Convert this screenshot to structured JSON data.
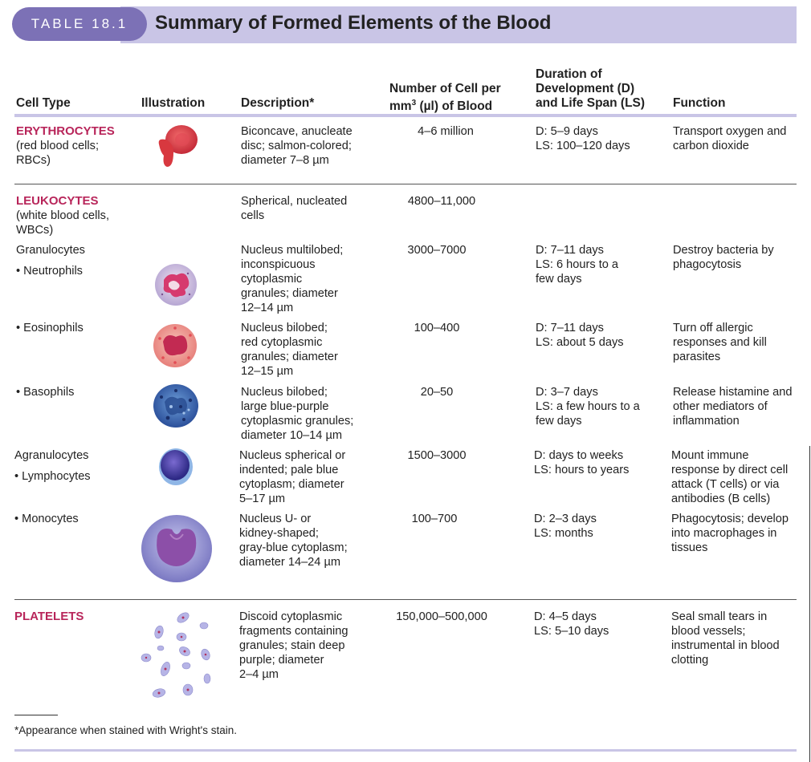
{
  "header": {
    "badge": "TABLE 18.1",
    "title": "Summary of Formed Elements of the Blood"
  },
  "columns": {
    "cell_type": "Cell Type",
    "illustration": "Illustration",
    "description": "Description*",
    "number_line1": "Number of Cell per",
    "number_line2_prefix": "mm",
    "number_line2_sup": "3",
    "number_line2_suffix": " (µl) of Blood",
    "duration_line1": "Duration of",
    "duration_line2": "Development (D)",
    "duration_line3": "and Life Span (LS)",
    "function": "Function"
  },
  "rows": {
    "erythrocytes": {
      "name": "ERYTHROCYTES",
      "sub": [
        "(red blood cells;",
        "RBCs)"
      ],
      "description": [
        "Biconcave, anucleate",
        "disc; salmon-colored;",
        "diameter 7–8 µm"
      ],
      "number": "4–6 million",
      "duration": [
        "D: 5–9 days",
        "LS: 100–120 days"
      ],
      "function": [
        "Transport oxygen and",
        "carbon dioxide"
      ]
    },
    "leukocytes": {
      "name": "LEUKOCYTES",
      "sub": [
        "(white blood cells,",
        "WBCs)"
      ],
      "description": [
        "Spherical, nucleated",
        "cells"
      ],
      "number": "4800–11,000"
    },
    "granulocytes": {
      "label": "Granulocytes"
    },
    "neutrophils": {
      "label": "•  Neutrophils",
      "description": [
        "Nucleus multilobed;",
        "inconspicuous",
        "cytoplasmic",
        "granules; diameter",
        "12–14 µm"
      ],
      "number": "3000–7000",
      "duration": [
        "D: 7–11 days",
        "LS: 6 hours to a",
        "few days"
      ],
      "function": [
        "Destroy bacteria by",
        "phagocytosis"
      ]
    },
    "eosinophils": {
      "label": "•  Eosinophils",
      "description": [
        "Nucleus bilobed;",
        "red cytoplasmic",
        "granules; diameter",
        "12–15 µm"
      ],
      "number": "100–400",
      "duration": [
        "D: 7–11 days",
        "LS: about 5 days"
      ],
      "function": [
        "Turn off allergic",
        "responses and kill",
        "parasites"
      ]
    },
    "basophils": {
      "label": "•  Basophils",
      "description": [
        "Nucleus bilobed;",
        "large blue-purple",
        "cytoplasmic granules;",
        "diameter 10–14 µm"
      ],
      "number": "20–50",
      "duration": [
        "D: 3–7 days",
        "LS: a few hours to a",
        "few days"
      ],
      "function": [
        "Release histamine and",
        "other mediators of",
        "inflammation"
      ]
    },
    "agranulocytes": {
      "label": "Agranulocytes"
    },
    "lymphocytes": {
      "label": "•  Lymphocytes",
      "description": [
        "Nucleus spherical or",
        "indented; pale blue",
        "cytoplasm; diameter",
        "5–17 µm"
      ],
      "number": "1500–3000",
      "duration": [
        "D: days to weeks",
        "LS: hours to years"
      ],
      "function": [
        "Mount immune",
        "response by direct cell",
        "attack (T cells) or via",
        "antibodies (B cells)"
      ]
    },
    "monocytes": {
      "label": "•  Monocytes",
      "description": [
        "Nucleus U- or",
        "kidney-shaped;",
        "gray-blue cytoplasm;",
        "diameter 14–24 µm"
      ],
      "number": "100–700",
      "duration": [
        "D: 2–3 days",
        "LS: months"
      ],
      "function": [
        "Phagocytosis; develop",
        "into macrophages in",
        "tissues"
      ]
    },
    "platelets": {
      "name": "PLATELETS",
      "description": [
        "Discoid cytoplasmic",
        "fragments containing",
        "granules; stain deep",
        "purple; diameter",
        "2–4 µm"
      ],
      "number": "150,000–500,000",
      "duration": [
        "D: 4–5 days",
        "LS: 5–10 days"
      ],
      "function": [
        "Seal small tears in",
        "blood vessels;",
        "instrumental in blood",
        "clotting"
      ]
    }
  },
  "footnote": "*Appearance when stained with Wright's stain.",
  "colors": {
    "band": "#c9c5e6",
    "badge": "#7c71b6",
    "category": "#b8255a"
  }
}
